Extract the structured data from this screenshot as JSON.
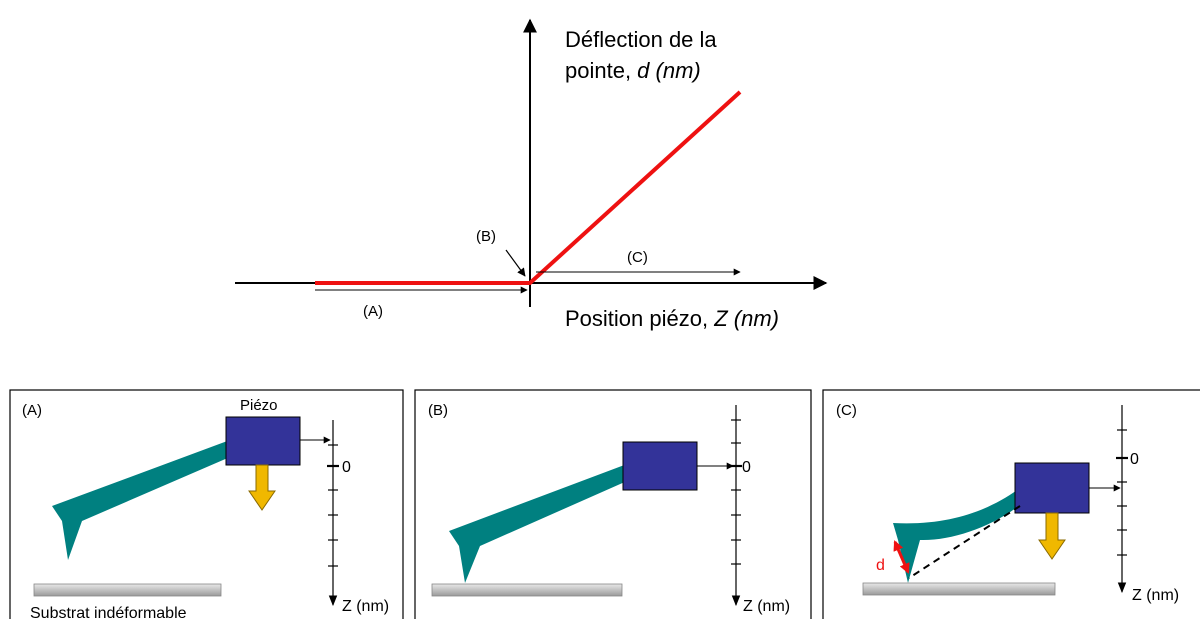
{
  "graph": {
    "y_axis_label_line1": "Déflection de la",
    "y_axis_label_line2_prefix": "pointe, ",
    "y_axis_label_line2_italic": "d (nm)",
    "x_axis_label_prefix": "Position piézo, ",
    "x_axis_label_italic": "Z (nm)",
    "label_a": "(A)",
    "label_b": "(B)",
    "label_c": "(C)",
    "curve_color": "#ee1111"
  },
  "panels": {
    "a": {
      "tag": "(A)",
      "piezo_label": "Piézo",
      "zero_label": "0",
      "z_label": "Z (nm)",
      "substrate_label": "Substrat indéformable"
    },
    "b": {
      "tag": "(B)",
      "zero_label": "0",
      "z_label": "Z (nm)"
    },
    "c": {
      "tag": "(C)",
      "zero_label": "0",
      "z_label": "Z (nm)",
      "deflection_label": "d"
    }
  },
  "colors": {
    "piezo": "#333399",
    "cantilever": "#008080",
    "arrow_force": "#f0b800",
    "substrate": "#b8b8b8",
    "deflection": "#ee1111"
  },
  "icons": [
    "piezo-block",
    "cantilever-tip",
    "force-arrow",
    "z-scale"
  ]
}
